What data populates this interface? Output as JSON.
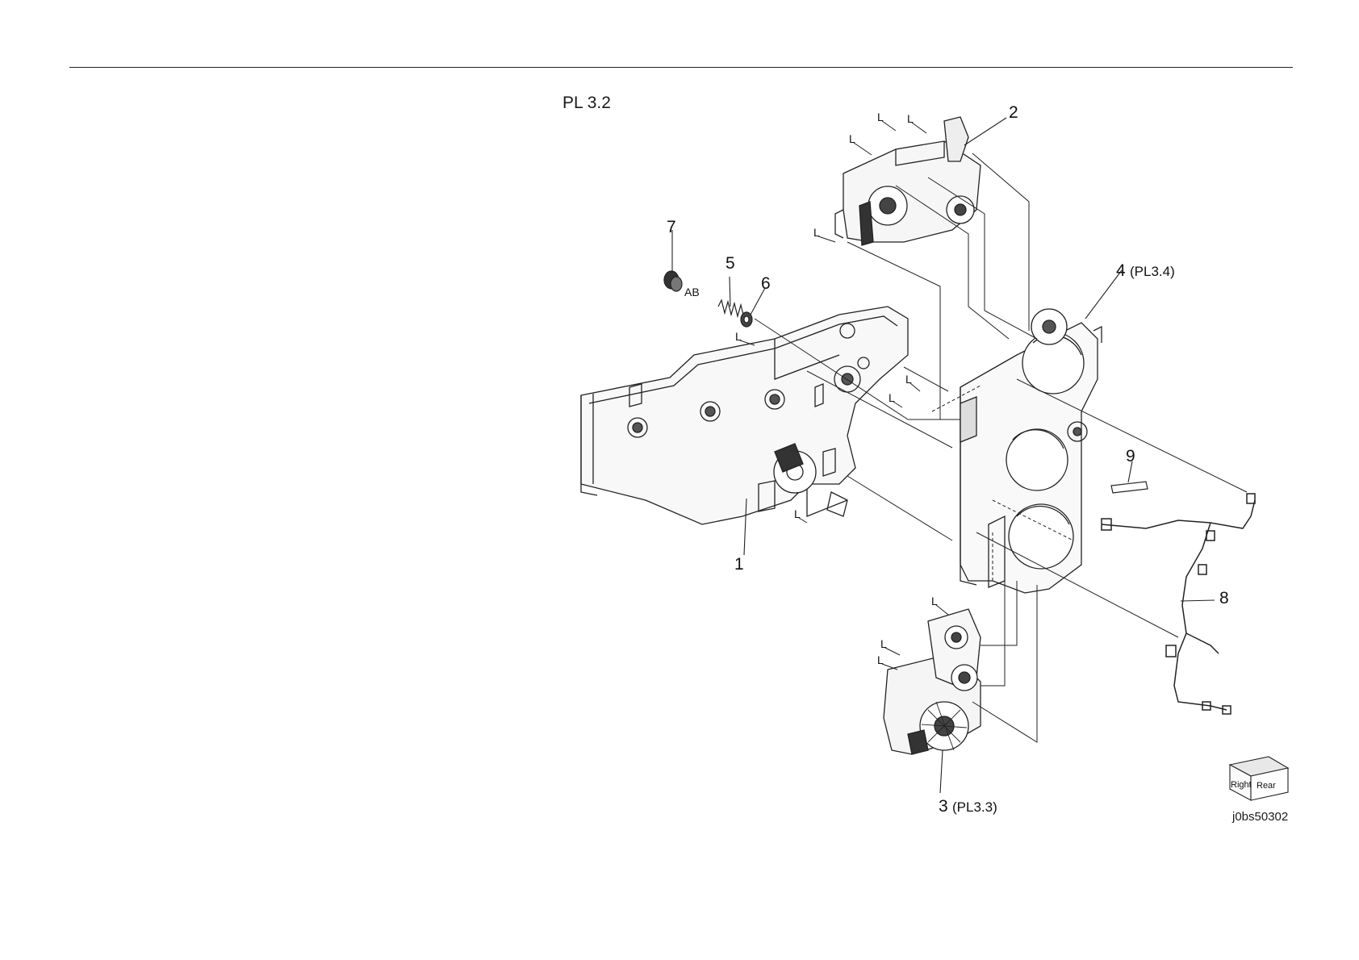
{
  "header": {
    "plate": "PL 3.2"
  },
  "callouts": [
    {
      "id": "1",
      "ref": ""
    },
    {
      "id": "2",
      "ref": ""
    },
    {
      "id": "3",
      "ref": "(PL3.3)"
    },
    {
      "id": "4",
      "ref": "(PL3.4)"
    },
    {
      "id": "5",
      "ref": ""
    },
    {
      "id": "6",
      "ref": ""
    },
    {
      "id": "7",
      "ref": ""
    },
    {
      "id": "8",
      "ref": ""
    },
    {
      "id": "9",
      "ref": ""
    }
  ],
  "marks": {
    "lock": "L",
    "ab": "AB"
  },
  "orientation": {
    "right": "Right",
    "rear": "Rear"
  },
  "image_id": "j0bs50302"
}
